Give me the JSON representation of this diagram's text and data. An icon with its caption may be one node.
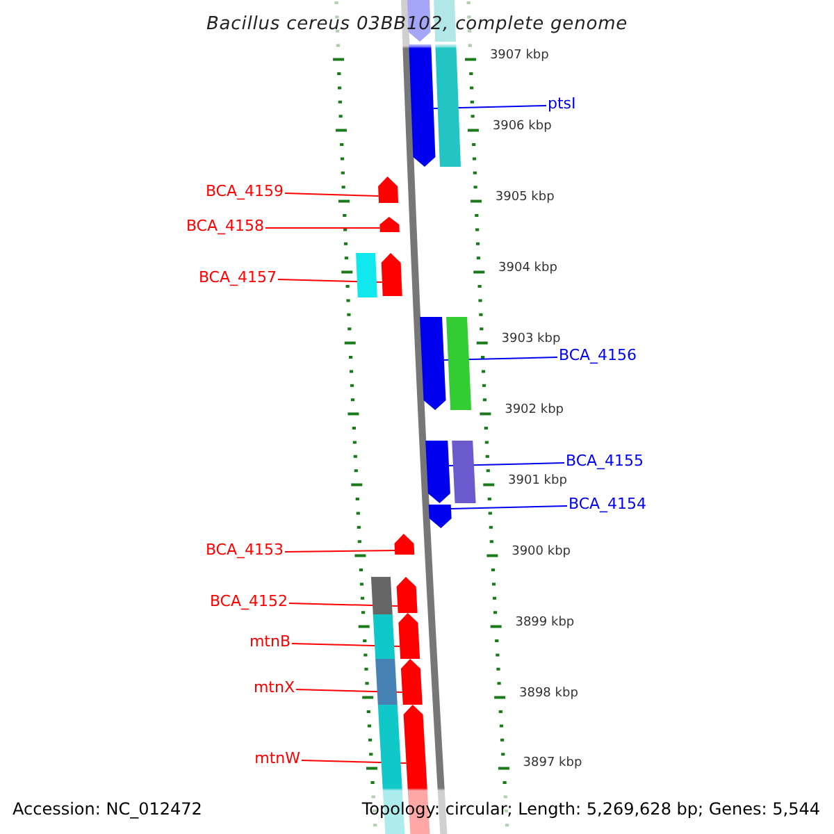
{
  "diagram": {
    "title": "Bacillus cereus 03BB102, complete genome",
    "nodes": [
      {
        "text": [
          "ptsI"
        ]
      },
      {
        "text": [],
        "shape": "bar"
      },
      {
        "text": [
          "BCA_4159"
        ]
      },
      {
        "text": [],
        "shape": "bar"
      },
      {
        "text": [
          "BCA_4158"
        ]
      },
      {
        "text": [],
        "shape": "bar"
      },
      {
        "text": [
          "BCA_4157"
        ]
      },
      {
        "text": [],
        "shape": "bar"
      },
      {
        "text": [
          "BCA_4156"
        ]
      },
      {
        "text": [],
        "shape": "bar"
      },
      {
        "text": [
          "BCA_4155"
        ]
      },
      {
        "text": [],
        "shape": "bar"
      },
      {
        "text": [
          "BCA_4154"
        ]
      },
      {
        "text": [],
        "shape": "bar"
      },
      {
        "text": [
          "BCA_4153"
        ]
      },
      {
        "text": [],
        "shape": "bar"
      },
      {
        "text": [
          "BCA_4152"
        ]
      },
      {
        "text": [],
        "shape": "bar"
      },
      {
        "text": [
          "mtnB"
        ]
      },
      {
        "text": [],
        "shape": "bar"
      },
      {
        "text": [
          "mtnX"
        ]
      },
      {
        "text": [],
        "shape": "bar"
      },
      {
        "text": [
          "mtnW"
        ]
      },
      {
        "text": [],
        "shape": "bar"
      },
      {
        "text": [],
        "shape": "bar"
      },
      {
        "text": [],
        "shape": "bar"
      },
      {
        "text": [],
        "shape": "bar"
      },
      {
        "text": [],
        "shape": "bar"
      },
      {
        "text": [],
        "shape": "bar"
      },
      {
        "text": [],
        "shape": "bar"
      },
      {
        "text": [],
        "shape": "bar"
      },
      {
        "text": [],
        "shape": "bar"
      },
      {
        "text": [],
        "shape": "bar"
      },
      {
        "text": [],
        "shape": "bar"
      }
    ],
    "edges": [
      {
        "from": 0,
        "to": 1,
        "arrow": "none",
        "color": "#0000ee"
      },
      {
        "from": 2,
        "to": 3,
        "arrow": "none"
      },
      {
        "from": 4,
        "to": 5,
        "arrow": "none"
      },
      {
        "from": 6,
        "to": 7,
        "arrow": "none"
      },
      {
        "from": 8,
        "to": 9,
        "arrow": "none",
        "color": "#0000ee"
      },
      {
        "from": 10,
        "to": 11,
        "arrow": "none",
        "color": "#0000ee"
      },
      {
        "from": 12,
        "to": 13,
        "arrow": "none",
        "color": "#0000ee"
      },
      {
        "from": 14,
        "to": 15,
        "arrow": "none"
      },
      {
        "from": 16,
        "to": 17,
        "arrow": "none"
      },
      {
        "from": 18,
        "to": 19,
        "arrow": "none"
      },
      {
        "from": 20,
        "to": 21,
        "arrow": "none"
      },
      {
        "from": 22,
        "to": 23,
        "arrow": "none"
      }
    ],
    "labels": [
      "3907 kbp",
      "3906 kbp",
      "3905 kbp",
      "3904 kbp",
      "3903 kbp",
      "3902 kbp",
      "3901 kbp",
      "3900 kbp",
      "3899 kbp",
      "3898 kbp",
      "3897 kbp",
      "Accession: NC_012472",
      "Topology: circular; Length: 5,269,628 bp; Genes: 5,544"
    ]
  }
}
